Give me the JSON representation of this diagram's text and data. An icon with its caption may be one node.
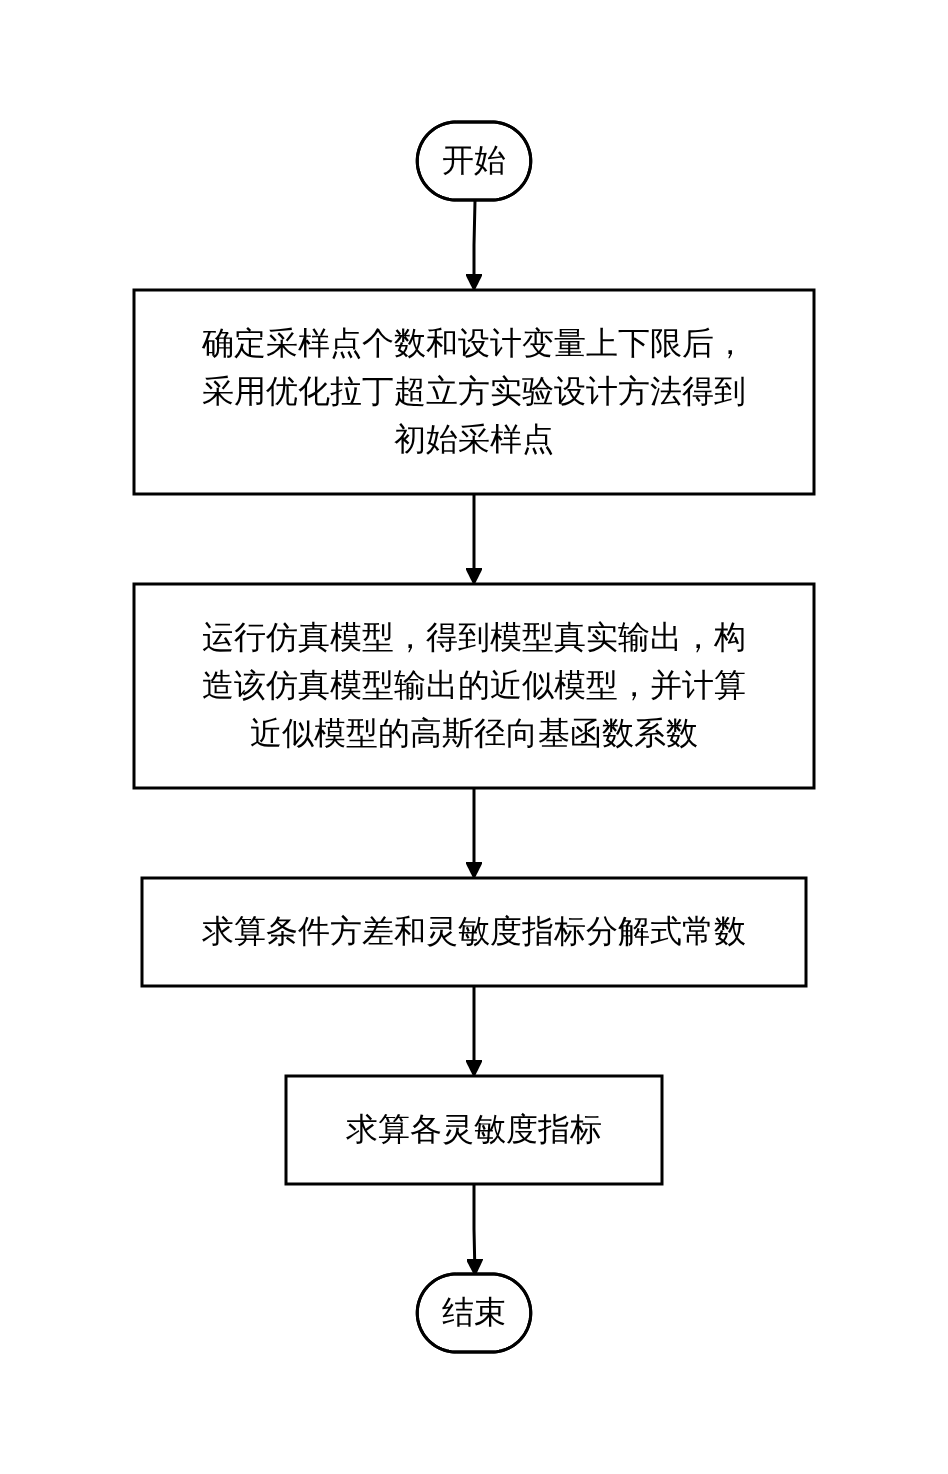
{
  "diagram": {
    "nodes": [
      {
        "text": [
          "开始"
        ]
      },
      {
        "text": [
          "确定采样点个数和设计变量上下限后，采用优化拉丁超立方实验设计方法得到初始采样点"
        ]
      },
      {
        "text": [
          "运行仿真模型，得到模型真实输出，构造该仿真模型输出的近似模型，并计算近似模型的高斯径向基函数系数"
        ]
      },
      {
        "text": [
          "求算条件方差和灵敏度指标分解式常数"
        ]
      },
      {
        "text": [
          "求算各灵敏度指标"
        ]
      },
      {
        "text": [
          "结束"
        ]
      }
    ],
    "edges": [
      {
        "from": 0,
        "to": 1,
        "arrow": "to"
      },
      {
        "from": 1,
        "to": 2,
        "arrow": "to"
      },
      {
        "from": 2,
        "to": 3,
        "arrow": "to"
      },
      {
        "from": 3,
        "to": 4,
        "arrow": "to"
      },
      {
        "from": 4,
        "to": 5,
        "arrow": "to"
      }
    ]
  }
}
